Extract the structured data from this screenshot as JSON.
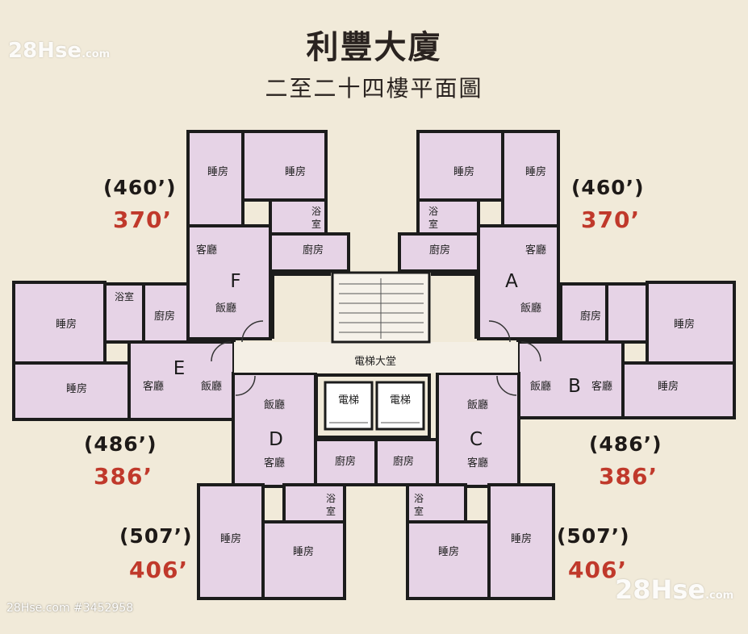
{
  "header": {
    "title": "利豐大廈",
    "subtitle": "二至二十四樓平面圖"
  },
  "watermark": {
    "brand": "28Hse",
    "suffix": ".com",
    "listing": "28Hse.com #3452958"
  },
  "rooms": {
    "bedroom": "睡房",
    "living": "客廳",
    "dining": "飯廳",
    "kitchen": "廚房",
    "bath_top": "浴",
    "bath_bottom": "室",
    "bathroom": "浴室",
    "lobby": "電梯大堂",
    "lift": "電梯"
  },
  "flats": {
    "A": {
      "label": "A",
      "gross": "(460’)",
      "net": "370’"
    },
    "B": {
      "label": "B",
      "gross": "(486’)",
      "net": "386’"
    },
    "C": {
      "label": "C",
      "gross": "(507’)",
      "net": "406’"
    },
    "D": {
      "label": "D",
      "gross": "(507’)",
      "net": "406’"
    },
    "E": {
      "label": "E",
      "gross": "(486’)",
      "net": "386’"
    },
    "F": {
      "label": "F",
      "gross": "(460’)",
      "net": "370’"
    }
  },
  "colors": {
    "room_fill": "#e6d3e6",
    "wall": "#1c1c1c",
    "background": "#f1ead9",
    "net_area": "#c0392b"
  }
}
